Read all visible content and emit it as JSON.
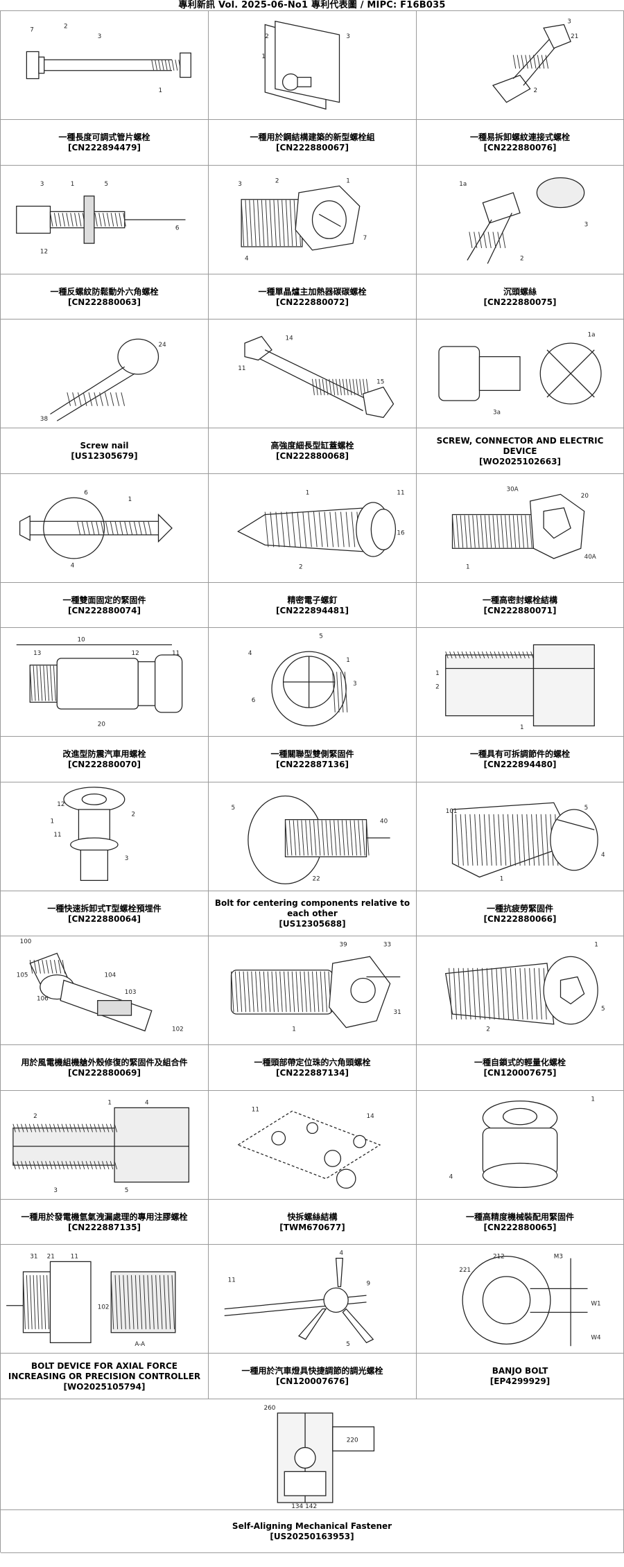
{
  "header": "專利新訊  Vol. 2025-06-No1  專利代表圖  /  MIPC:  F16B035",
  "patents": [
    {
      "title": "一種長度可調式管片螺栓",
      "number": "[CN222894479]",
      "icon": "long-bolt"
    },
    {
      "title": "一種用於鋼結構建築的新型螺栓組",
      "number": "[CN222880067]",
      "icon": "panel-bolt"
    },
    {
      "title": "一種易拆卸螺紋連接式螺栓",
      "number": "[CN222880076]",
      "icon": "diag-bolt"
    },
    {
      "title": "一種反螺紋防鬆動外六角螺栓",
      "number": "[CN222880063]",
      "icon": "section-bolt"
    },
    {
      "title": "一種單晶爐主加熱器碳碳螺栓",
      "number": "[CN222880072]",
      "icon": "hex-bolt"
    },
    {
      "title": "沉頭螺絲",
      "number": "[CN222880075]",
      "icon": "countersunk"
    },
    {
      "title": "Screw nail",
      "number": "[US12305679]",
      "icon": "screw-nail"
    },
    {
      "title": "高強度細長型缸蓋螺栓",
      "number": "[CN222880068]",
      "icon": "long-hex"
    },
    {
      "title": "SCREW, CONNECTOR AND ELECTRIC DEVICE",
      "number": "[WO2025102663]",
      "icon": "connector"
    },
    {
      "title": "一種雙面固定的緊固件",
      "number": "[CN222880074]",
      "icon": "double-side"
    },
    {
      "title": "精密電子螺釘",
      "number": "[CN222894481]",
      "icon": "wood-screw"
    },
    {
      "title": "一種高密封螺栓結構",
      "number": "[CN222880071]",
      "icon": "seal-bolt"
    },
    {
      "title": "改進型防震汽車用螺栓",
      "number": "[CN222880070]",
      "icon": "shock-bolt"
    },
    {
      "title": "一種關聯型雙側緊固件",
      "number": "[CN222887136]",
      "icon": "crown-nut"
    },
    {
      "title": "一種具有可拆調節件的螺栓",
      "number": "[CN222894480]",
      "icon": "cross-section"
    },
    {
      "title": "一種快速拆卸式T型螺栓預埋件",
      "number": "[CN222880064]",
      "icon": "t-bolt"
    },
    {
      "title": "Bolt for centering components relative to each other",
      "number": "[US12305688]",
      "icon": "centering"
    },
    {
      "title": "一種抗疲勞緊固件",
      "number": "[CN222880066]",
      "icon": "fatigue"
    },
    {
      "title": "用於風電機組機艙外殼修復的緊固件及組合件",
      "number": "[CN222880069]",
      "icon": "wind"
    },
    {
      "title": "一種頭部帶定位珠的六角頭螺栓",
      "number": "[CN222887134]",
      "icon": "locating"
    },
    {
      "title": "一種自鎖式的輕量化螺栓",
      "number": "[CN120007675]",
      "icon": "self-lock"
    },
    {
      "title": "一種用於發電機氫氣洩漏處理的專用注膠螺栓",
      "number": "[CN222887135]",
      "icon": "injection"
    },
    {
      "title": "快拆螺絲結構",
      "number": "[TWM670677]",
      "icon": "exploded"
    },
    {
      "title": "一種高精度機械裝配用緊固件",
      "number": "[CN222880065]",
      "icon": "precision"
    },
    {
      "title": "BOLT DEVICE FOR AXIAL FORCE INCREASING OR PRECISION CONTROLLER",
      "number": "[WO2025105794]",
      "icon": "axial"
    },
    {
      "title": "一種用於汽車燈具快捷調節的調光螺栓",
      "number": "[CN120007676]",
      "icon": "lamp"
    },
    {
      "title": "BANJO BOLT",
      "number": "[EP4299929]",
      "icon": "banjo"
    },
    {
      "title": "Self-Aligning Mechanical Fastener",
      "number": "[US20250163953]",
      "icon": "self-align"
    }
  ]
}
